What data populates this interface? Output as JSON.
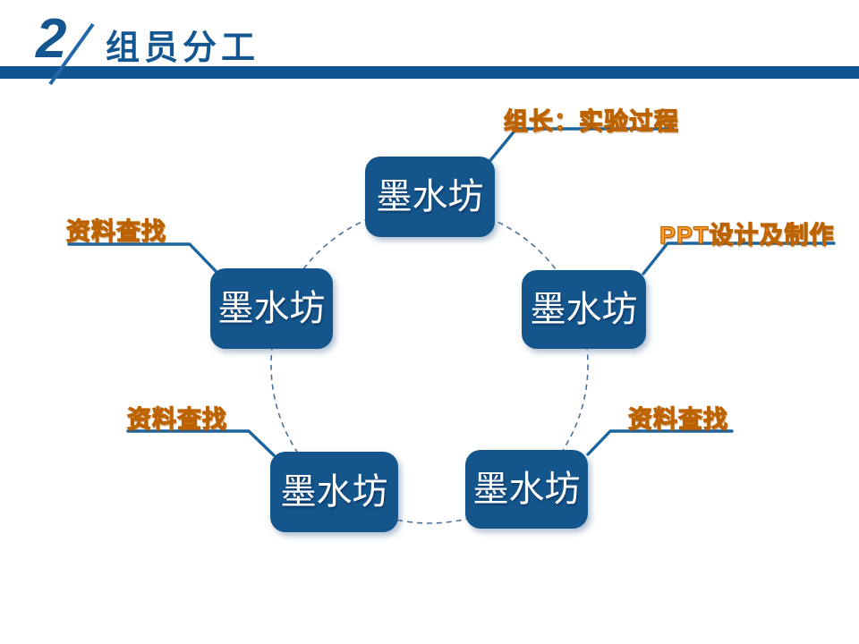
{
  "header": {
    "section_number": "2",
    "title": "组员分工"
  },
  "colors": {
    "primary_blue": "#14568c",
    "header_bar_blue": "#0e5591",
    "callout_line_blue": "#1c649e",
    "dashed_circle_blue": "#4c6f96",
    "label_orange": "#ff9d2e",
    "label_orange_outline": "#bc6300"
  },
  "diagram": {
    "nodes": [
      {
        "position": "top",
        "label": "墨水坊",
        "role": "组长：实验过程"
      },
      {
        "position": "left",
        "label": "墨水坊",
        "role": "资料查找"
      },
      {
        "position": "right",
        "label": "墨水坊",
        "role": "PPT设计及制作"
      },
      {
        "position": "bottom-left",
        "label": "墨水坊",
        "role": "资料查找"
      },
      {
        "position": "bottom-right",
        "label": "墨水坊",
        "role": "资料查找"
      }
    ]
  }
}
